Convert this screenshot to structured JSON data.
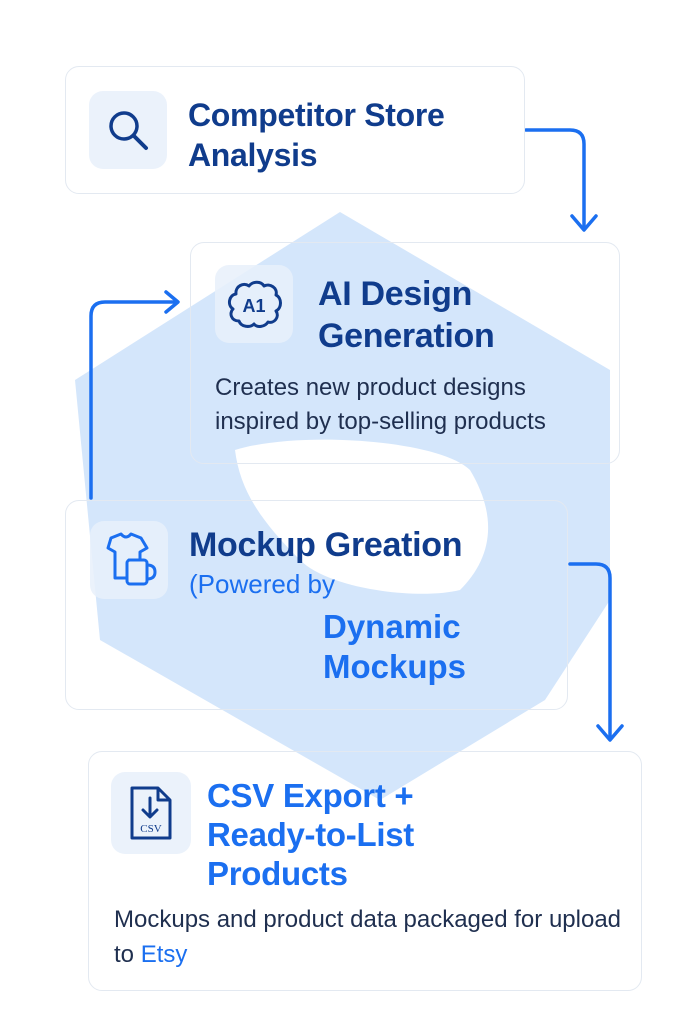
{
  "colors": {
    "navy": "#103c8c",
    "accent": "#1b6ff0",
    "logo_fill": "#cfe3fb",
    "card_border": "#e3e9f1",
    "icon_tile": "#e8f0fa"
  },
  "steps": [
    {
      "icon": "search-icon",
      "title_lines": [
        "Competitor Store",
        "Analysis"
      ]
    },
    {
      "icon": "ai-brain-icon",
      "title_lines": [
        "AI Design",
        "Generation"
      ],
      "description": "Creates new product designs inspired by top-selling products",
      "icon_text": "A1"
    },
    {
      "icon": "tshirt-mug-icon",
      "title": "Mockup Greation",
      "subtitle": "(Powered by",
      "brand_lines": [
        "Dynamic",
        "Mockups"
      ]
    },
    {
      "icon": "csv-file-download-icon",
      "title_lines": [
        "CSV Export +",
        "Ready-to-List",
        "Products"
      ],
      "description_prefix": "Mockups and product data packaged for upload to ",
      "description_link": "Etsy",
      "icon_text": "CSV"
    }
  ]
}
